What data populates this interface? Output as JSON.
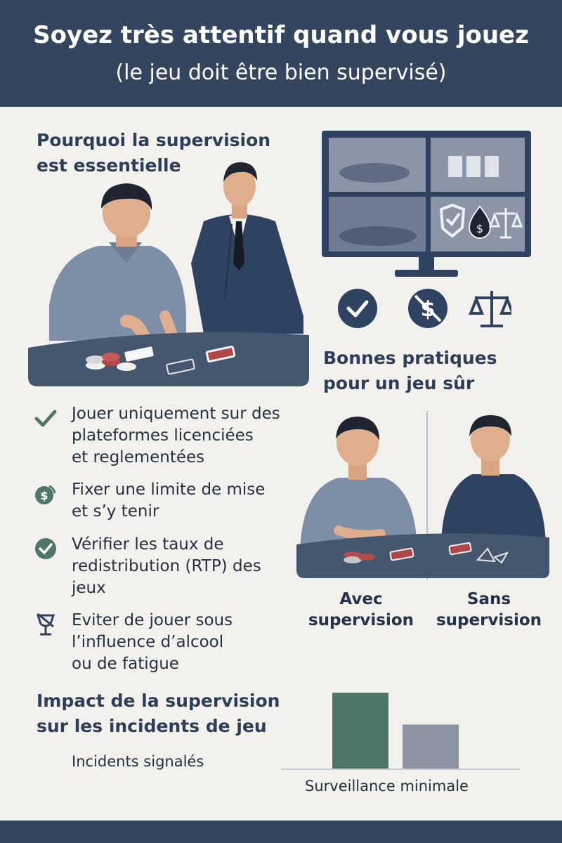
{
  "header": {
    "title": "Soyez très attentif quand vous jouez",
    "subtitle": "(le jeu doit être bien supervisé)"
  },
  "sections": {
    "why": {
      "line1": "Pourquoi la supervision",
      "line2": "est essentielle"
    },
    "practices": {
      "line1": "Bonnes pratiques",
      "line2": "pour un jeu sûr"
    },
    "impact": {
      "line1": "Impact de la supervision",
      "line2": "sur les incidents de jeu"
    }
  },
  "tips": [
    {
      "icon": "checkmark-icon",
      "lines": [
        "Jouer uniquement sur des",
        "plateformes licenciées",
        "et reglementées"
      ]
    },
    {
      "icon": "dollar-coin-icon",
      "lines": [
        "Fixer une limite de mise",
        "et s’y tenir"
      ]
    },
    {
      "icon": "check-circle-icon",
      "lines": [
        "Vérifier les taux de",
        "redistribution (RTP) des",
        "jeux"
      ]
    },
    {
      "icon": "no-alcohol-icon",
      "lines": [
        "Eviter de jouer sous",
        "l’influence d’alcool",
        "ou de fatigue"
      ]
    }
  ],
  "comparison": {
    "with": {
      "line1": "Avec",
      "line2": "supervision"
    },
    "without": {
      "line1": "Sans",
      "line2": "supervision"
    }
  },
  "chart_data": {
    "type": "bar",
    "categories": [
      "",
      ""
    ],
    "values": [
      100,
      58
    ],
    "ylabel": "Incidents signalés",
    "xlabel": "Surveillance minimale",
    "colors": [
      "#4e7767",
      "#8d94a2"
    ],
    "ylim": [
      0,
      100
    ]
  },
  "colors": {
    "header_bg": "#34465f",
    "navy": "#2f4261",
    "accent_green": "#4e7767",
    "gray_bar": "#8d94a2"
  }
}
